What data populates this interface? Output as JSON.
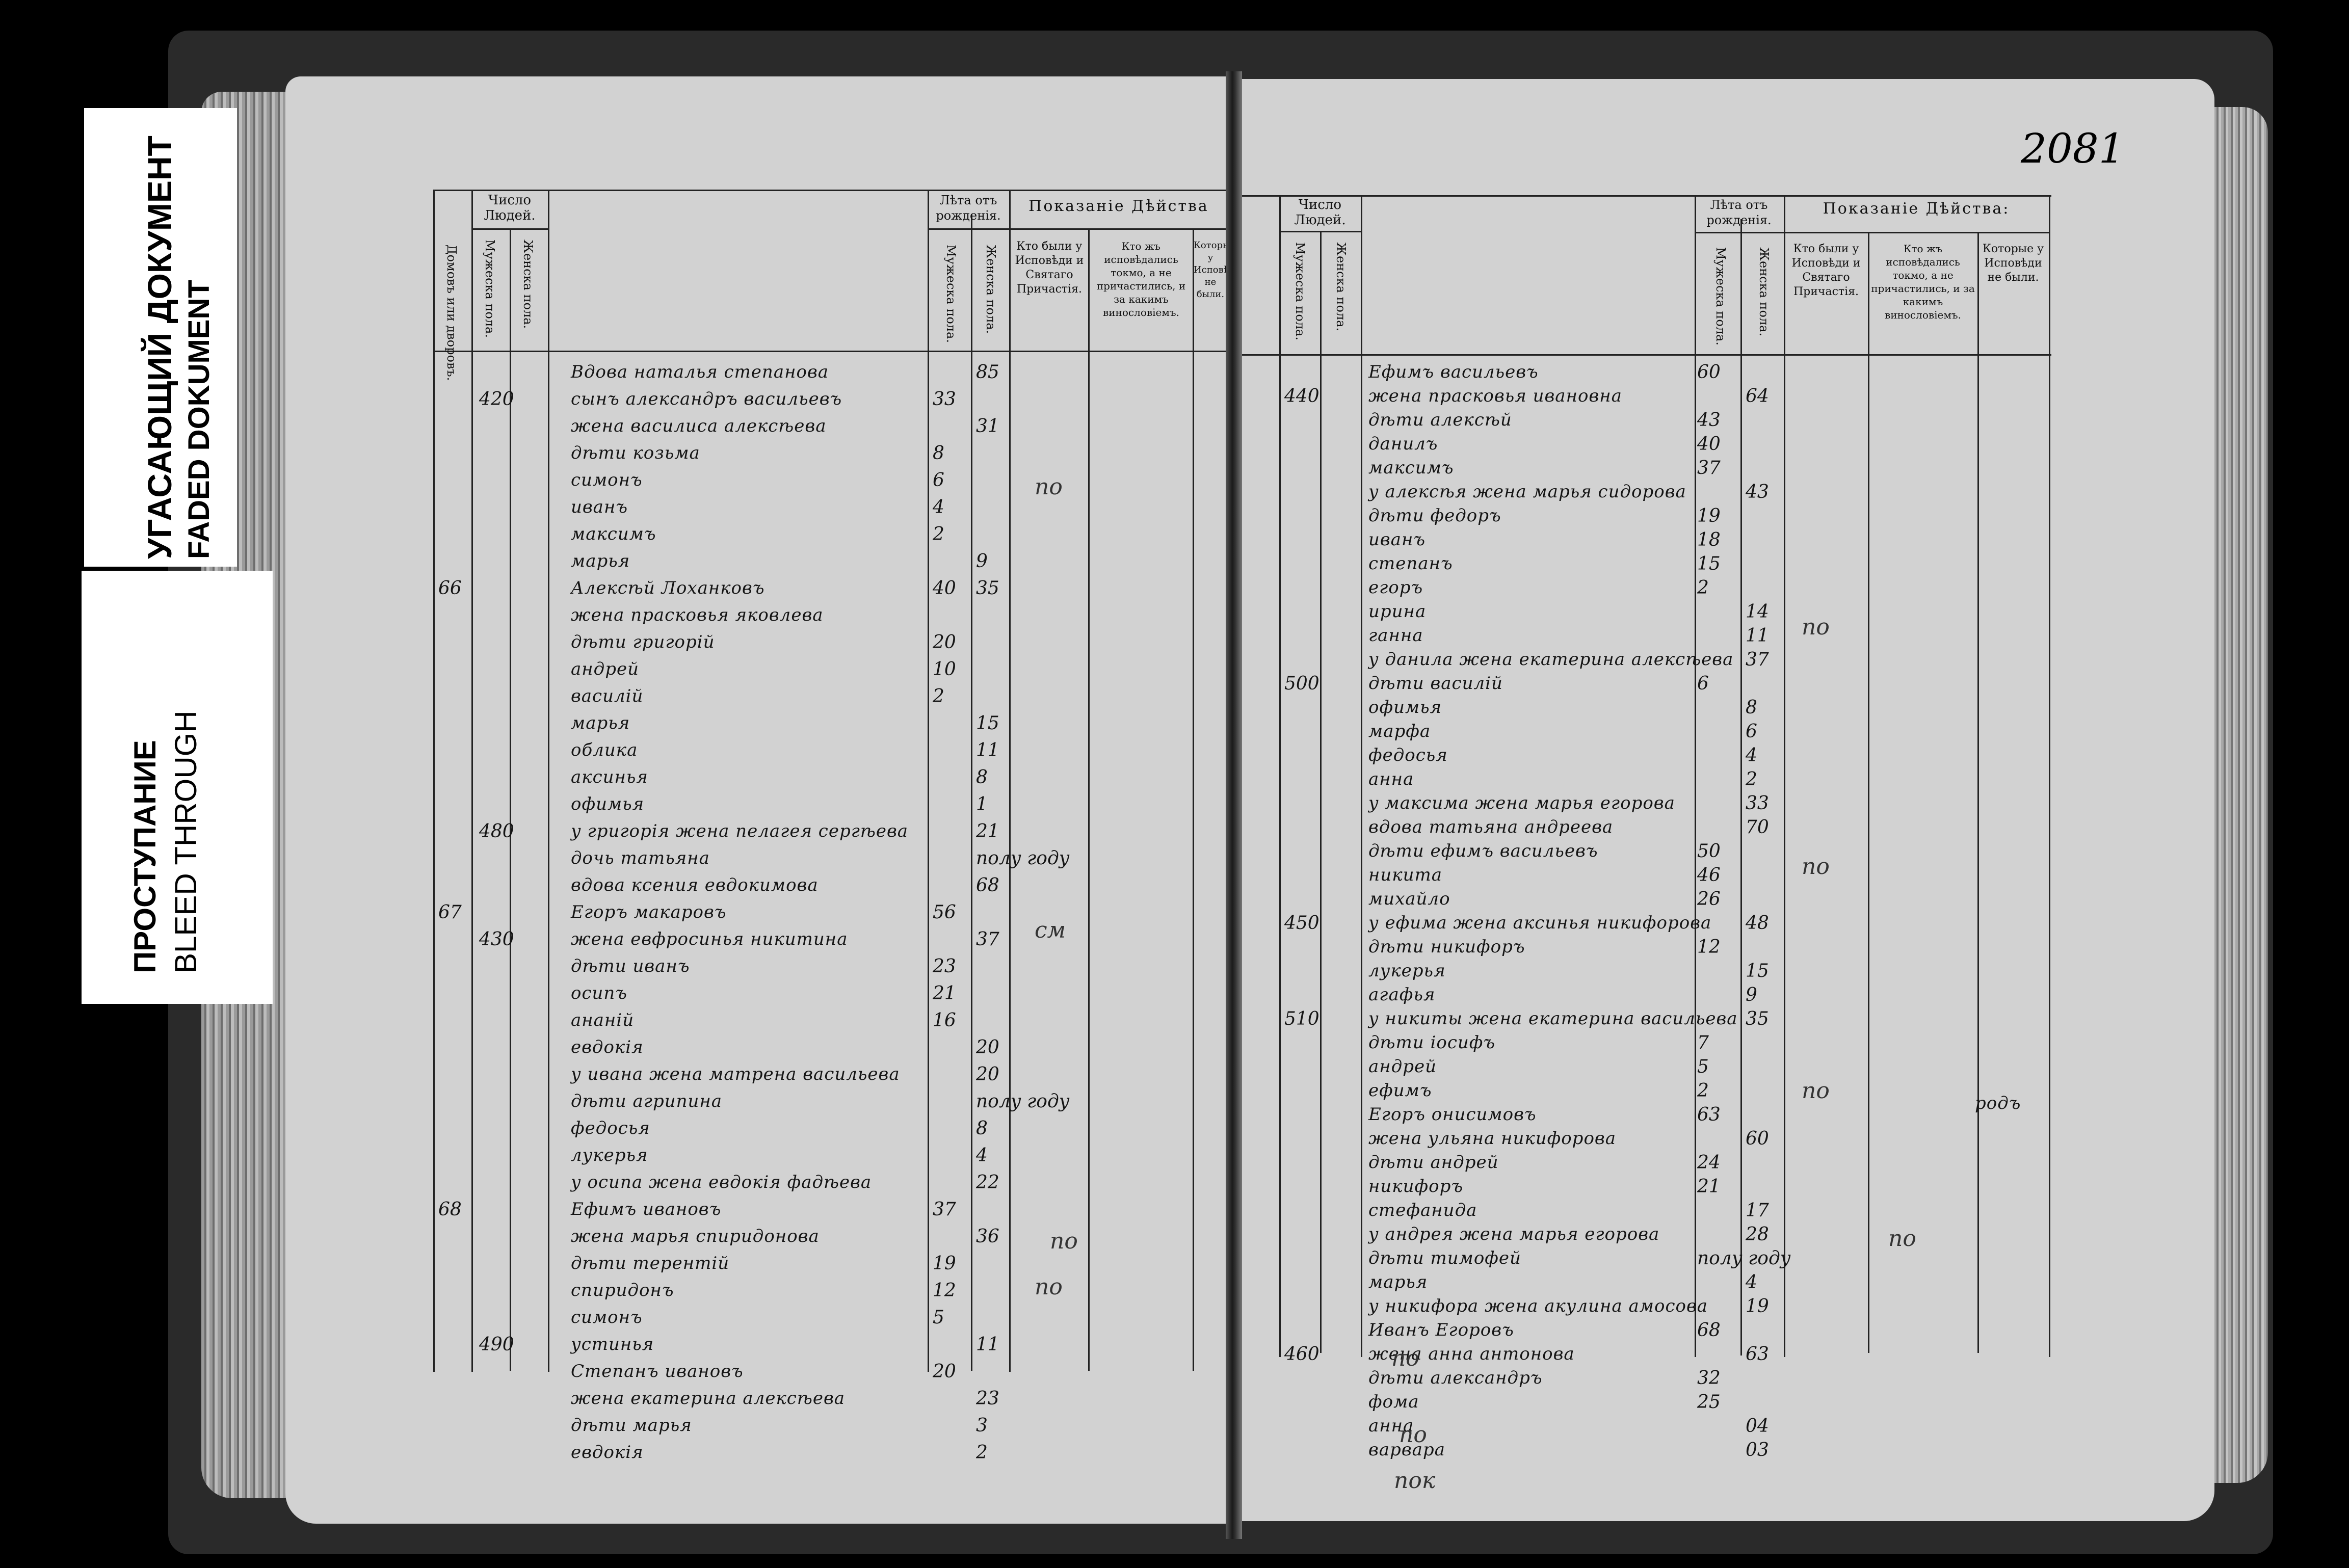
{
  "labels": {
    "faded": [
      "УГАСАЮЩИЙ ДОКУМЕНТ",
      "FADED DOKUMENT"
    ],
    "bleed": [
      "ПРОСТУПАНИЕ",
      "BLEED THROUGH"
    ]
  },
  "folio": "2081",
  "left_page": {
    "header": {
      "count_people": "Число Людей.",
      "house_numbers": "Домовъ или дворовъ.",
      "male": "Мужеска пола.",
      "female": "Женска пола.",
      "years_from_birth": "Лѣта отъ рожденія.",
      "age_male": "Мужеска пола.",
      "age_female": "Женска пола.",
      "action": "Показаніе Дѣйства",
      "confessed": "Кто были у Исповѣди и Святаго Причастія.",
      "not_communed": "Кто жъ исповѣдались токмо, а не причастились, и за какимъ винословіемъ.",
      "never": "Которые у Исповѣди не были."
    },
    "entries": [
      {
        "text": "Вдова наталья степанова",
        "age_f": "85"
      },
      {
        "house": "420",
        "text": "сынъ александръ васильевъ",
        "age_m": "33"
      },
      {
        "text": "жена василиса алексѣева",
        "age_f": "31"
      },
      {
        "text": "дѣти козьма",
        "age_m": "8"
      },
      {
        "text": "симонъ",
        "age_m": "6"
      },
      {
        "text": "иванъ",
        "age_m": "4"
      },
      {
        "text": "максимъ",
        "age_m": "2"
      },
      {
        "text": "марья",
        "age_f": "9"
      },
      {
        "yard": "66",
        "text": "Алексѣй Лоханковъ",
        "age_m": "40",
        "age_f": "35"
      },
      {
        "text": "жена прасковья яковлева"
      },
      {
        "text": "дѣти григорій",
        "age_m": "20"
      },
      {
        "text": "андрей",
        "age_m": "10"
      },
      {
        "text": "василій",
        "age_m": "2"
      },
      {
        "text": "марья",
        "age_f": "15"
      },
      {
        "text": "облика",
        "age_f": "11"
      },
      {
        "text": "аксинья",
        "age_f": "8"
      },
      {
        "text": "офимья",
        "age_f": "1"
      },
      {
        "house": "480",
        "text": "у григорія жена пелагея сергѣева",
        "age_f": "21"
      },
      {
        "text": "дочь татьяна",
        "age_f": "полу году"
      },
      {
        "text": "вдова ксения евдокимова",
        "age_f": "68"
      },
      {
        "yard": "67",
        "text": "Егоръ макаровъ",
        "age_m": "56"
      },
      {
        "house": "430",
        "text": "жена евфросинья никитина",
        "age_f": "37"
      },
      {
        "text": "дѣти иванъ",
        "age_m": "23"
      },
      {
        "text": "осипъ",
        "age_m": "21"
      },
      {
        "text": "ананій",
        "age_m": "16"
      },
      {
        "text": "евдокія",
        "age_f": "20"
      },
      {
        "text": "у ивана жена матрена васильева",
        "age_f": "20"
      },
      {
        "text": "дѣти агрипина",
        "age_f": "полу году"
      },
      {
        "text": "федосья",
        "age_f": "8"
      },
      {
        "text": "лукерья",
        "age_f": "4"
      },
      {
        "text": "у осипа жена евдокія фадѣева",
        "age_f": "22"
      },
      {
        "yard": "68",
        "text": "Ефимъ ивановъ",
        "age_m": "37"
      },
      {
        "text": "жена марья спиридонова",
        "age_f": "36"
      },
      {
        "text": "дѣти терентій",
        "age_m": "19"
      },
      {
        "text": "спиридонъ",
        "age_m": "12"
      },
      {
        "text": "симонъ",
        "age_m": "5"
      },
      {
        "house": "490",
        "text": "устинья",
        "age_f": "11"
      },
      {
        "text": "Степанъ ивановъ",
        "age_m": "20"
      },
      {
        "text": "жена екатерина алексѣева",
        "age_f": "23"
      },
      {
        "text": "дѣти марья",
        "age_f": "3"
      },
      {
        "text": "евдокія",
        "age_f": "2"
      }
    ],
    "margin_notes": [
      "по",
      "по",
      "см",
      "по"
    ]
  },
  "right_page": {
    "header": {
      "count_people": "Число Людей.",
      "male": "Мужеска пола.",
      "female": "Женска пола.",
      "years_from_birth": "Лѣта отъ рожденія.",
      "age_male": "Мужеска пола.",
      "age_female": "Женска пола.",
      "action": "Показаніе Дѣйства:",
      "confessed": "Кто были у Исповѣди и Святаго Причастія.",
      "not_communed": "Кто жъ исповѣдались токмо, а не причастились, и за какимъ винословіемъ.",
      "never": "Которые у Исповѣди не были."
    },
    "entries": [
      {
        "text": "Ефимъ васильевъ",
        "age_m": "60"
      },
      {
        "house": "440",
        "text": "жена прасковья ивановна",
        "age_f": "64"
      },
      {
        "text": "дѣти алексѣй",
        "age_m": "43"
      },
      {
        "text": "данилъ",
        "age_m": "40"
      },
      {
        "text": "максимъ",
        "age_m": "37"
      },
      {
        "text": "у алексѣя жена марья сидорова",
        "age_f": "43"
      },
      {
        "text": "дѣти федоръ",
        "age_m": "19"
      },
      {
        "text": "иванъ",
        "age_m": "18"
      },
      {
        "text": "степанъ",
        "age_m": "15"
      },
      {
        "text": "егоръ",
        "age_m": "2"
      },
      {
        "text": "ирина",
        "age_f": "14"
      },
      {
        "text": "ганна",
        "age_f": "11"
      },
      {
        "text": "у данила жена екатерина алексѣева",
        "age_f": "37"
      },
      {
        "house": "500",
        "text": "дѣти василій",
        "age_m": "6"
      },
      {
        "text": "офимья",
        "age_f": "8"
      },
      {
        "text": "марфа",
        "age_f": "6"
      },
      {
        "text": "федосья",
        "age_f": "4"
      },
      {
        "text": "анна",
        "age_f": "2"
      },
      {
        "text": "у максима жена марья егорова",
        "age_f": "33"
      },
      {
        "text": "вдова татьяна андреева",
        "age_f": "70"
      },
      {
        "text": "дѣти ефимъ васильевъ",
        "age_m": "50"
      },
      {
        "text": "никита",
        "age_m": "46"
      },
      {
        "text": "михайло",
        "age_m": "26"
      },
      {
        "house": "450",
        "text": "у ефима жена аксинья никифорова",
        "age_f": "48"
      },
      {
        "text": "дѣти никифоръ",
        "age_m": "12"
      },
      {
        "text": "лукерья",
        "age_f": "15"
      },
      {
        "text": "агафья",
        "age_f": "9"
      },
      {
        "house": "510",
        "text": "у никиты жена екатерина васильева",
        "age_f": "35"
      },
      {
        "text": "дѣти іосифъ",
        "age_m": "7"
      },
      {
        "text": "андрей",
        "age_m": "5"
      },
      {
        "text": "ефимъ",
        "age_m": "2"
      },
      {
        "text": "Егоръ онисимовъ",
        "age_m": "63"
      },
      {
        "text": "жена ульяна никифорова",
        "age_f": "60"
      },
      {
        "text": "дѣти андрей",
        "age_m": "24"
      },
      {
        "text": "никифоръ",
        "age_m": "21"
      },
      {
        "text": "стефанида",
        "age_f": "17"
      },
      {
        "text": "у андрея жена марья егорова",
        "age_f": "28"
      },
      {
        "text": "дѣти тимофей",
        "age_m": "полу году"
      },
      {
        "text": "марья",
        "age_f": "4"
      },
      {
        "text": "у никифора жена акулина амосова",
        "age_f": "19"
      },
      {
        "text": "Иванъ Егоровъ",
        "age_m": "68"
      },
      {
        "house": "460",
        "text": "жена анна антонова",
        "age_f": "63"
      },
      {
        "text": "дѣти александръ",
        "age_m": "32"
      },
      {
        "text": "фома",
        "age_m": "25"
      },
      {
        "text": "анна",
        "age_f": "04"
      },
      {
        "text": "варвара",
        "age_f": "03"
      }
    ],
    "margin_notes": [
      "по",
      "по",
      "по",
      "по",
      "родъ"
    ]
  },
  "pencil_notes": [
    "по",
    "по",
    "пок"
  ]
}
